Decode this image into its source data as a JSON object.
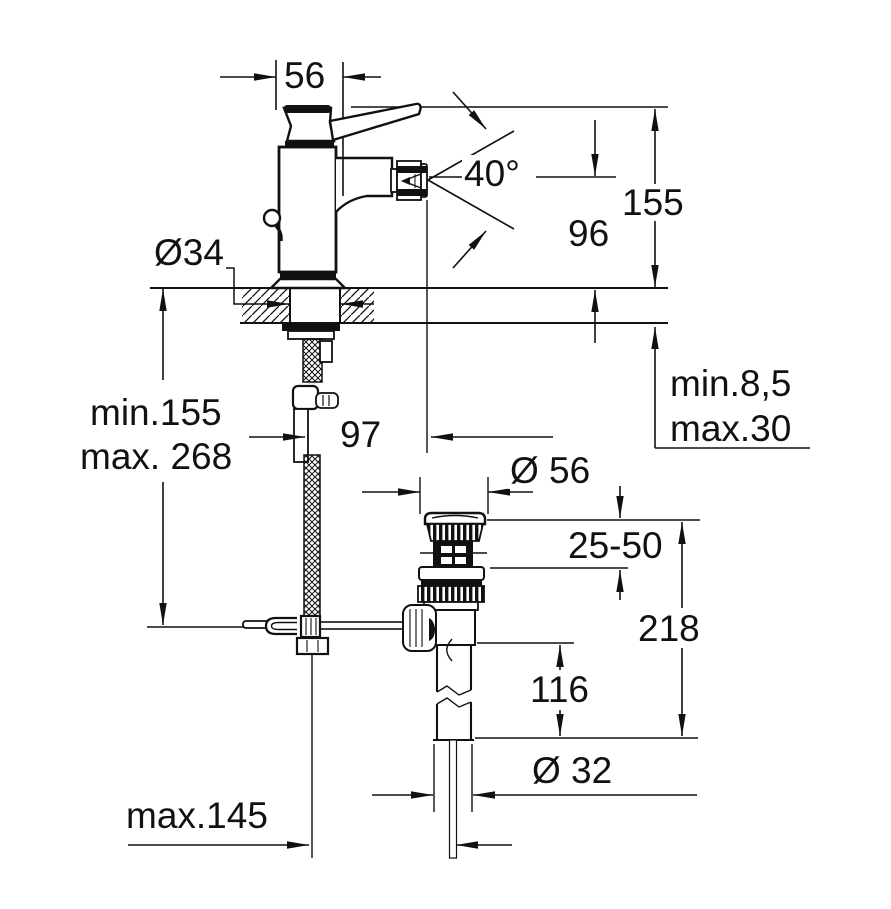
{
  "drawing": {
    "title": "Single-lever bidet mixer with pop-up waste — installation dimension drawing",
    "units": "mm",
    "colors": {
      "background": "#ffffff",
      "line": "#111111",
      "text": "#111111"
    }
  },
  "labels": {
    "spout_width": "56",
    "spray_angle": "40°",
    "overall_height": "155",
    "spout_outlet_height": "96",
    "mounting_hole_diameter": "Ø34",
    "pulldown_rod_min": "min.155",
    "pulldown_rod_max": "max. 268",
    "rod_to_spout_axis": "97",
    "deck_thickness_min": "min.8,5",
    "deck_thickness_max": "max.30",
    "waste_flange_diameter": "Ø 56",
    "waste_adjust_range": "25-50",
    "waste_overall_height": "218",
    "tailpipe_length": "116",
    "tailpipe_diameter": "Ø 32",
    "rod_offset_max": "max.145"
  }
}
